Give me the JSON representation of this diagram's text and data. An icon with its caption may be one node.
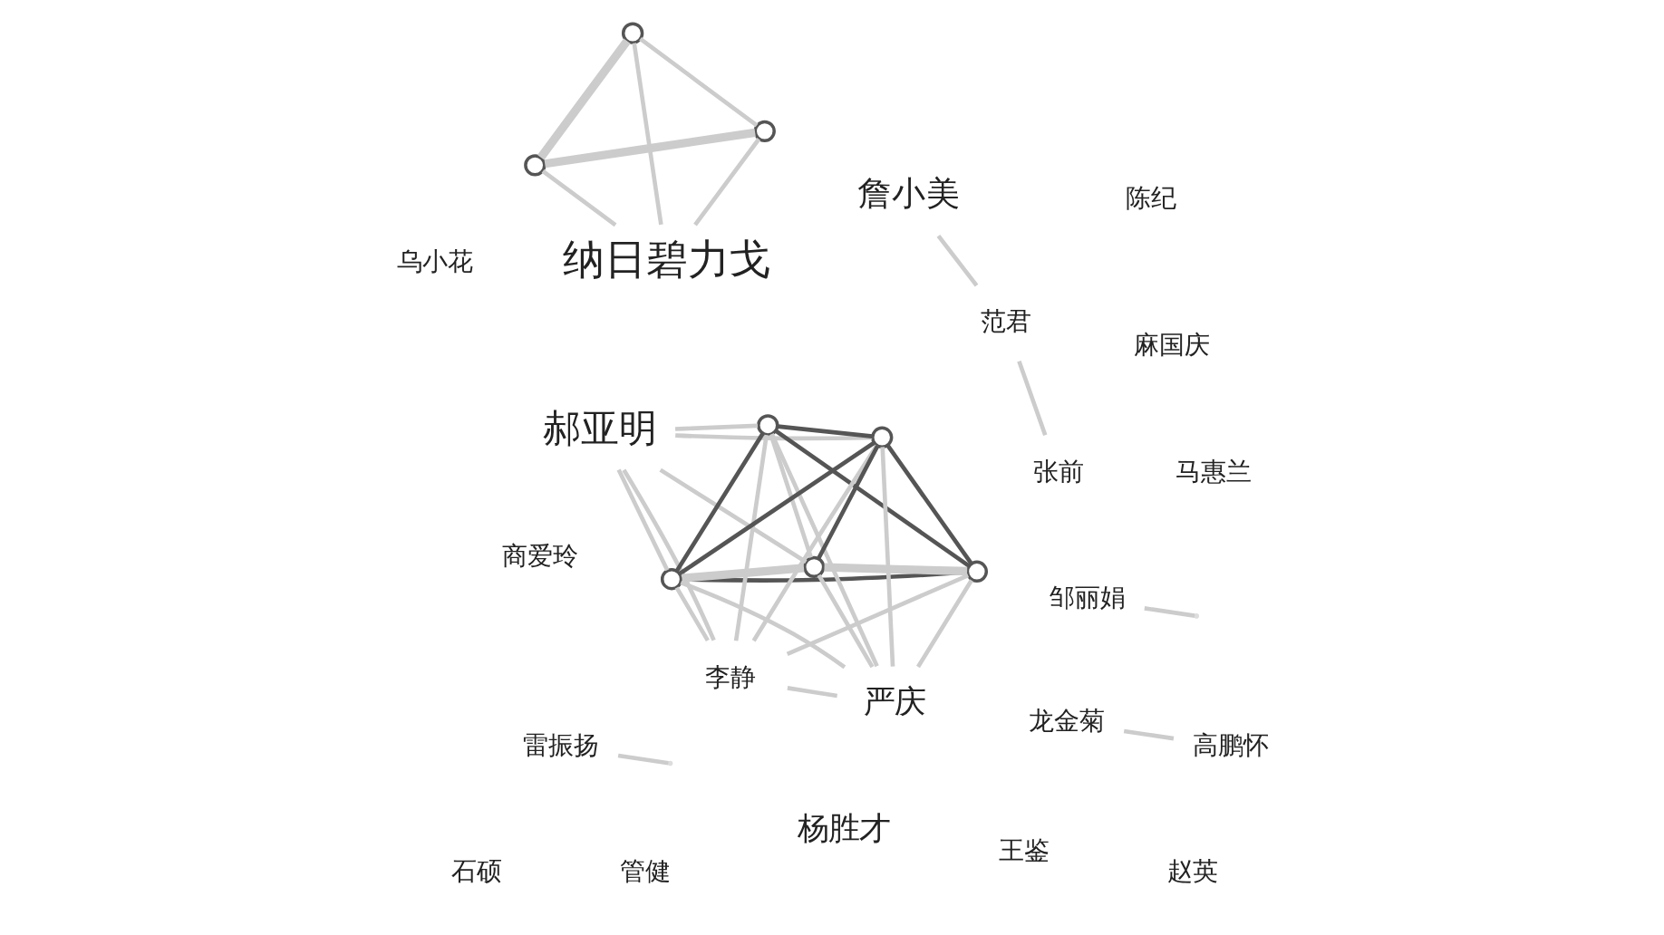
{
  "diagram": {
    "nodes": [
      {
        "text": [
          "商爱玲"
        ]
      },
      {
        "text": [
          "陈纪"
        ]
      },
      {
        "text": [
          "杨胜才"
        ]
      },
      {
        "text": [],
        "shape": "circle"
      },
      {
        "text": [
          "詹小美"
        ]
      },
      {
        "text": [
          "王鉴"
        ]
      },
      {
        "text": [
          "范君"
        ]
      },
      {
        "text": [
          "张前"
        ]
      },
      {
        "text": [
          "邹丽娟"
        ]
      },
      {
        "text": [],
        "shape": "circle"
      },
      {
        "text": [
          "纳日碧力戈"
        ]
      },
      {
        "text": [
          "龙金菊"
        ]
      },
      {
        "text": [
          "郝亚明"
        ]
      },
      {
        "text": [],
        "shape": "circle"
      },
      {
        "text": [
          "严庆"
        ]
      },
      {
        "text": [],
        "shape": "circle"
      },
      {
        "text": [
          "高鹏怀"
        ]
      },
      {
        "text": [
          "雷振扬"
        ]
      },
      {
        "text": [
          "麻国庆"
        ]
      },
      {
        "text": [],
        "shape": "circle"
      },
      {
        "text": [],
        "shape": "circle"
      },
      {
        "text": [
          "赵英"
        ]
      },
      {
        "text": [],
        "shape": "circle"
      },
      {
        "text": [
          "石硕"
        ]
      },
      {
        "text": [
          "管健"
        ]
      },
      {
        "text": [
          "李静"
        ]
      },
      {
        "text": [],
        "shape": "circle"
      },
      {
        "text": [
          "马惠兰"
        ]
      },
      {
        "text": [
          "乌小花"
        ]
      }
    ],
    "edges": [
      {
        "from": 3,
        "to": 9,
        "arrow": "none",
        "style": "thick"
      },
      {
        "from": 3,
        "to": 19,
        "arrow": "none",
        "style": "thick"
      },
      {
        "from": 3,
        "to": 10,
        "arrow": "none"
      },
      {
        "from": 9,
        "to": 19,
        "arrow": "none"
      },
      {
        "from": 9,
        "to": 10,
        "arrow": "none"
      },
      {
        "from": 19,
        "to": 10,
        "arrow": "none"
      },
      {
        "from": 6,
        "to": 4,
        "arrow": "none"
      },
      {
        "from": 6,
        "to": 7,
        "arrow": "none"
      },
      {
        "from": null,
        "to": 8,
        "arrow": "none"
      },
      {
        "from": 11,
        "to": 16,
        "arrow": "none"
      },
      {
        "from": null,
        "to": 17,
        "arrow": "none"
      },
      {
        "from": 12,
        "to": 15,
        "arrow": "none"
      },
      {
        "from": 12,
        "to": 20,
        "arrow": "none"
      },
      {
        "from": 12,
        "to": 26,
        "arrow": "none"
      },
      {
        "from": 12,
        "to": 22,
        "arrow": "none"
      },
      {
        "from": 12,
        "to": 25,
        "arrow": "none"
      },
      {
        "from": 13,
        "to": 15,
        "arrow": "none",
        "color": "#555555"
      },
      {
        "from": 13,
        "to": 14,
        "arrow": "none"
      },
      {
        "from": 13,
        "to": 22,
        "arrow": "none",
        "color": "#555555"
      },
      {
        "from": 13,
        "to": 20,
        "arrow": "none",
        "color": "#555555"
      },
      {
        "from": 13,
        "to": 26,
        "arrow": "none",
        "style": "thick"
      },
      {
        "from": 13,
        "to": 25,
        "arrow": "none"
      },
      {
        "from": 15,
        "to": 14,
        "arrow": "none"
      },
      {
        "from": 15,
        "to": 20,
        "arrow": "none",
        "color": "#555555"
      },
      {
        "from": 15,
        "to": 22,
        "arrow": "none",
        "color": "#555555"
      },
      {
        "from": 15,
        "to": 26,
        "arrow": "none"
      },
      {
        "from": 15,
        "to": 25,
        "arrow": "none"
      },
      {
        "from": 22,
        "to": 14,
        "arrow": "none"
      },
      {
        "from": 22,
        "to": 20,
        "arrow": "none",
        "color": "#555555"
      },
      {
        "from": 22,
        "to": 26,
        "arrow": "none",
        "style": "thick"
      },
      {
        "from": 22,
        "to": 25,
        "arrow": "none"
      },
      {
        "from": 20,
        "to": 14,
        "arrow": "none"
      },
      {
        "from": 20,
        "to": 26,
        "arrow": "none",
        "color": "#555555"
      },
      {
        "from": 20,
        "to": 25,
        "arrow": "none"
      },
      {
        "from": 26,
        "to": 14,
        "arrow": "none"
      },
      {
        "from": 14,
        "to": 25,
        "arrow": "none"
      }
    ]
  }
}
